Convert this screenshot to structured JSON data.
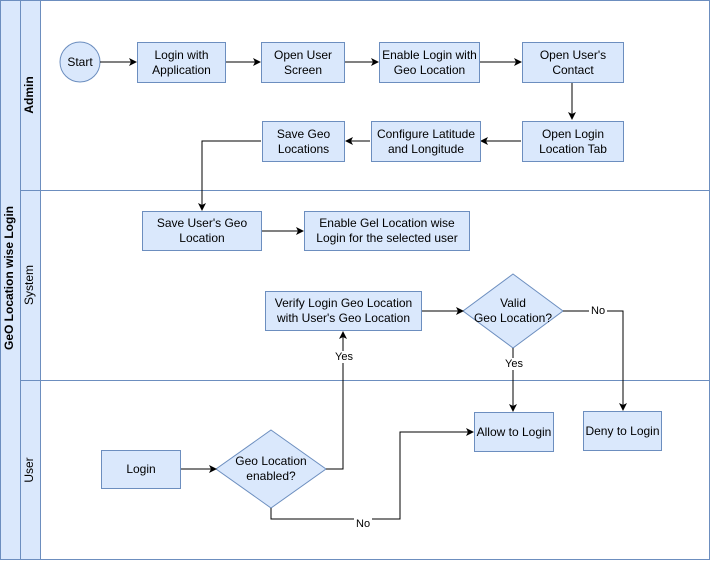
{
  "pool": {
    "title": "GeO Location wise Login"
  },
  "lanes": {
    "admin": "Admin",
    "system": "System",
    "user": "User"
  },
  "nodes": {
    "start": "Start",
    "login_app": "Login with\nApplication",
    "open_user_screen": "Open User\nScreen",
    "enable_geo": "Enable Login with\nGeo Location",
    "open_contact": "Open User's\nContact",
    "open_login_tab": "Open Login\nLocation Tab",
    "configure_latlong": "Configure Latitude\nand Longitude",
    "save_geo": "Save Geo\nLocations",
    "save_user_geo": "Save User's Geo\nLocation",
    "enable_gel": "Enable Gel Location wise\nLogin for the selected user",
    "verify": "Verify Login Geo Location\nwith User's Geo Location",
    "valid_geo": "Valid\nGeo Location?",
    "login": "Login",
    "geo_enabled": "Geo Location\nenabled?",
    "allow_login": "Allow to Login",
    "deny_login": "Deny to Login"
  },
  "edge_labels": {
    "yes_verify": "Yes",
    "no_deny": "No",
    "yes_allow": "Yes",
    "no_allow": "No"
  },
  "colors": {
    "fill": "#dae8fc",
    "stroke": "#6c8ebf",
    "edge": "#000000"
  }
}
